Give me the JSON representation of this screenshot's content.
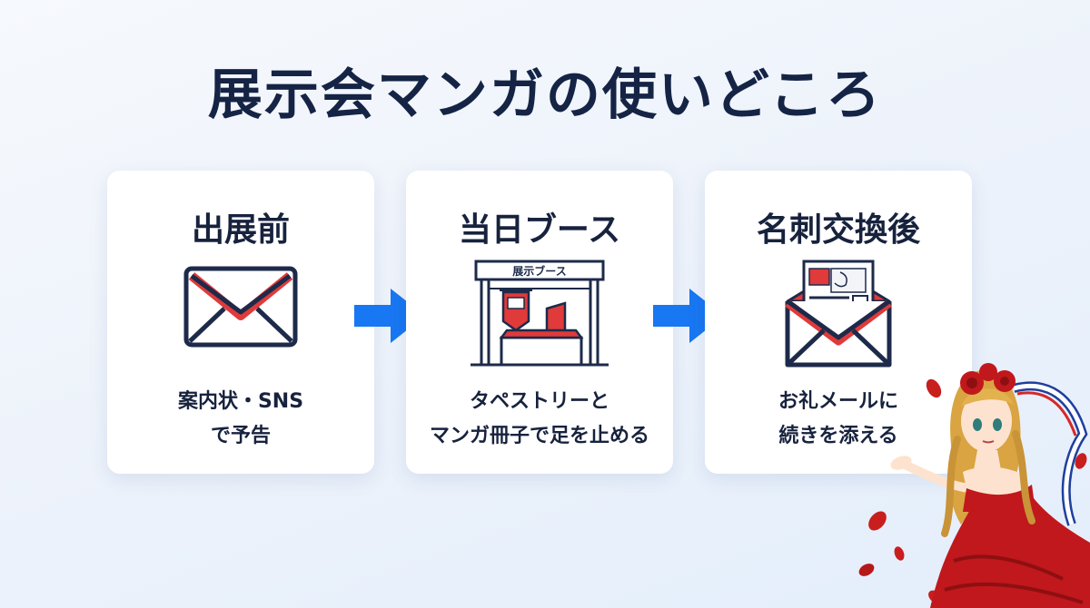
{
  "title": "展示会マンガの使いどころ",
  "colors": {
    "navy": "#152445",
    "accent_red": "#e03a3a",
    "arrow_blue": "#1877f2",
    "card_bg": "#ffffff"
  },
  "steps": [
    {
      "heading": "出展前",
      "icon": "envelope-icon",
      "desc_lines": [
        "案内状・SNS",
        "で予告"
      ]
    },
    {
      "heading": "当日ブース",
      "icon": "exhibition-booth-icon",
      "booth_sign": "展示ブース",
      "desc_lines": [
        "タペストリーと",
        "マンガ冊子で足を止める"
      ]
    },
    {
      "heading": "名刺交換後",
      "icon": "open-envelope-letter-icon",
      "desc_lines": [
        "お礼メールに",
        "続きを添える"
      ]
    }
  ],
  "arrows": [
    "right-arrow-icon",
    "right-arrow-icon"
  ],
  "decoration": "manga-character-illustration"
}
